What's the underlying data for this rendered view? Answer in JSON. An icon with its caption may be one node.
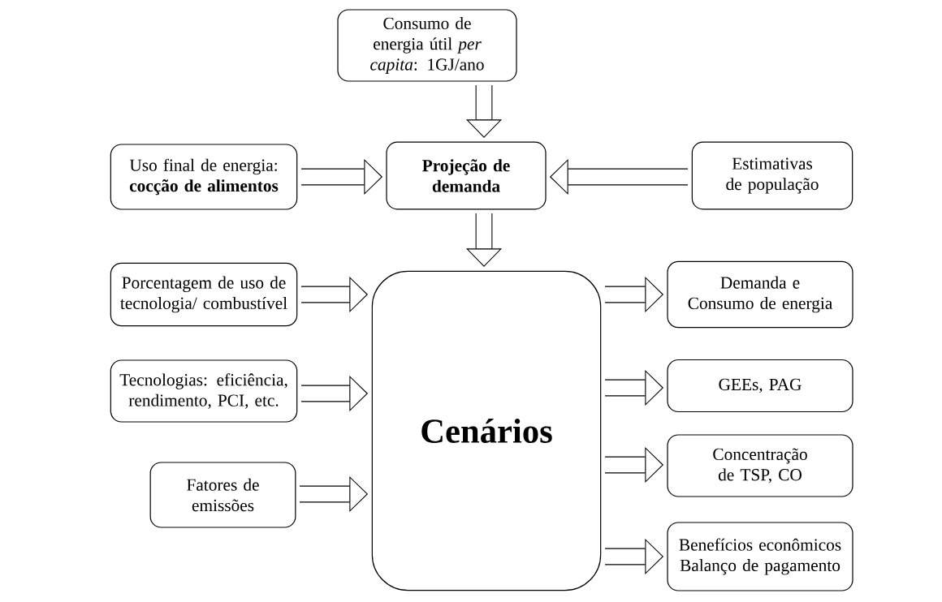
{
  "diagram": {
    "nodes": [
      {
        "text": [
          "Consumo de energia útil *per capita*: 1GJ/ano"
        ]
      },
      {
        "text": [
          "Uso final de energia: **cocção de alimentos**"
        ]
      },
      {
        "text": [
          "Projeção de demanda"
        ]
      },
      {
        "text": [
          "Estimativas de população"
        ]
      },
      {
        "text": [
          "Porcentagem de uso de tecnologia/ combustível"
        ]
      },
      {
        "text": [
          "Tecnologias: eficiência, rendimento, PCI, etc."
        ]
      },
      {
        "text": [
          "Fatores de emissões"
        ]
      },
      {
        "text": [
          "Cenários"
        ]
      },
      {
        "text": [
          "Demanda e Consumo de energia"
        ]
      },
      {
        "text": [
          "GEEs, PAG"
        ]
      },
      {
        "text": [
          "Concentração de TSP, CO"
        ]
      },
      {
        "text": [
          "Benefícios econômicos Balanço de pagamento"
        ]
      }
    ],
    "edges": [
      {
        "from": 0,
        "to": 2,
        "arrow": "to"
      },
      {
        "from": 1,
        "to": 2,
        "arrow": "to"
      },
      {
        "from": 3,
        "to": 2,
        "arrow": "to"
      },
      {
        "from": 2,
        "to": 7,
        "arrow": "to"
      },
      {
        "from": 4,
        "to": 7,
        "arrow": "to"
      },
      {
        "from": 5,
        "to": 7,
        "arrow": "to"
      },
      {
        "from": 6,
        "to": 7,
        "arrow": "to"
      },
      {
        "from": 7,
        "to": 8,
        "arrow": "to"
      },
      {
        "from": 7,
        "to": 9,
        "arrow": "to"
      },
      {
        "from": 7,
        "to": 10,
        "arrow": "to"
      },
      {
        "from": 7,
        "to": 11,
        "arrow": "to"
      }
    ]
  }
}
